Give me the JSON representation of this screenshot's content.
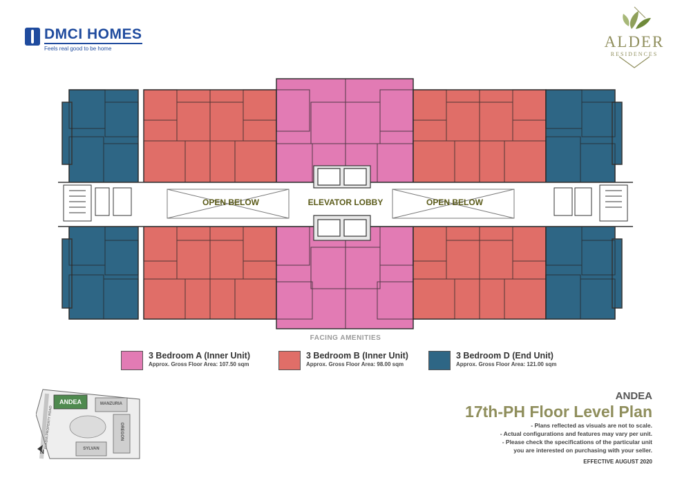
{
  "header": {
    "developer_name": "DMCI HOMES",
    "developer_tagline": "Feels real good to be home",
    "project_name": "ALDER",
    "project_sub": "RESIDENCES"
  },
  "plan": {
    "open_below_left": "OPEN BELOW",
    "elevator_lobby": "ELEVATOR LOBBY",
    "open_below_right": "OPEN BELOW",
    "facing": "FACING AMENITIES"
  },
  "legend": [
    {
      "name": "3 Bedroom A (Inner Unit)",
      "area": "Approx. Gross Floor Area: 107.50 sqm",
      "color": "#e27bb4"
    },
    {
      "name": "3 Bedroom B (Inner Unit)",
      "area": "Approx. Gross Floor Area: 98.00 sqm",
      "color": "#e06e68"
    },
    {
      "name": "3 Bedroom D (End Unit)",
      "area": "Approx. Gross Floor Area: 121.00 sqm",
      "color": "#2e6685"
    }
  ],
  "keyplan": {
    "andea": "ANDEA",
    "manzuria": "MANZURIA",
    "oregon": "OREGON",
    "sylvan": "SYLVAN",
    "road": "ALADIA PROPERTY ROAD",
    "north": "N"
  },
  "title_block": {
    "building": "ANDEA",
    "title": "17th-PH Floor Level Plan",
    "notes": [
      "- Plans reflected as visuals are not to scale.",
      "- Actual configurations and features may vary per unit.",
      "- Please check the specifications of the particular unit",
      "you are interested on purchasing with your seller."
    ],
    "effective": "EFFECTIVE AUGUST 2020"
  },
  "colors": {
    "unit_a": "#e27bb4",
    "unit_b": "#e06e68",
    "unit_d": "#2e6685",
    "accent_olive": "#8f8e5c",
    "brand_blue": "#1f4b9e"
  }
}
